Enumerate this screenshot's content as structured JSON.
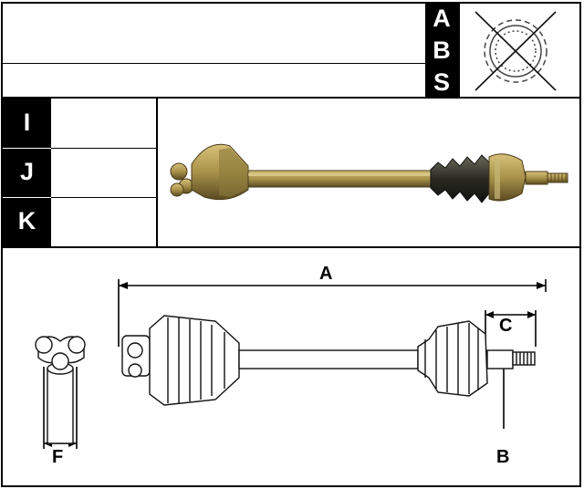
{
  "abs_letters": [
    "A",
    "B",
    "S"
  ],
  "row_letters": [
    "I",
    "J",
    "K"
  ],
  "dimension_labels": {
    "a": "A",
    "b": "B",
    "c": "C",
    "f": "F"
  },
  "colors": {
    "line": "#000000",
    "label_bg": "#000000",
    "label_text": "#ffffff",
    "shaft_gold": "#a8924a",
    "shaft_dark": "#4a3a1a"
  }
}
